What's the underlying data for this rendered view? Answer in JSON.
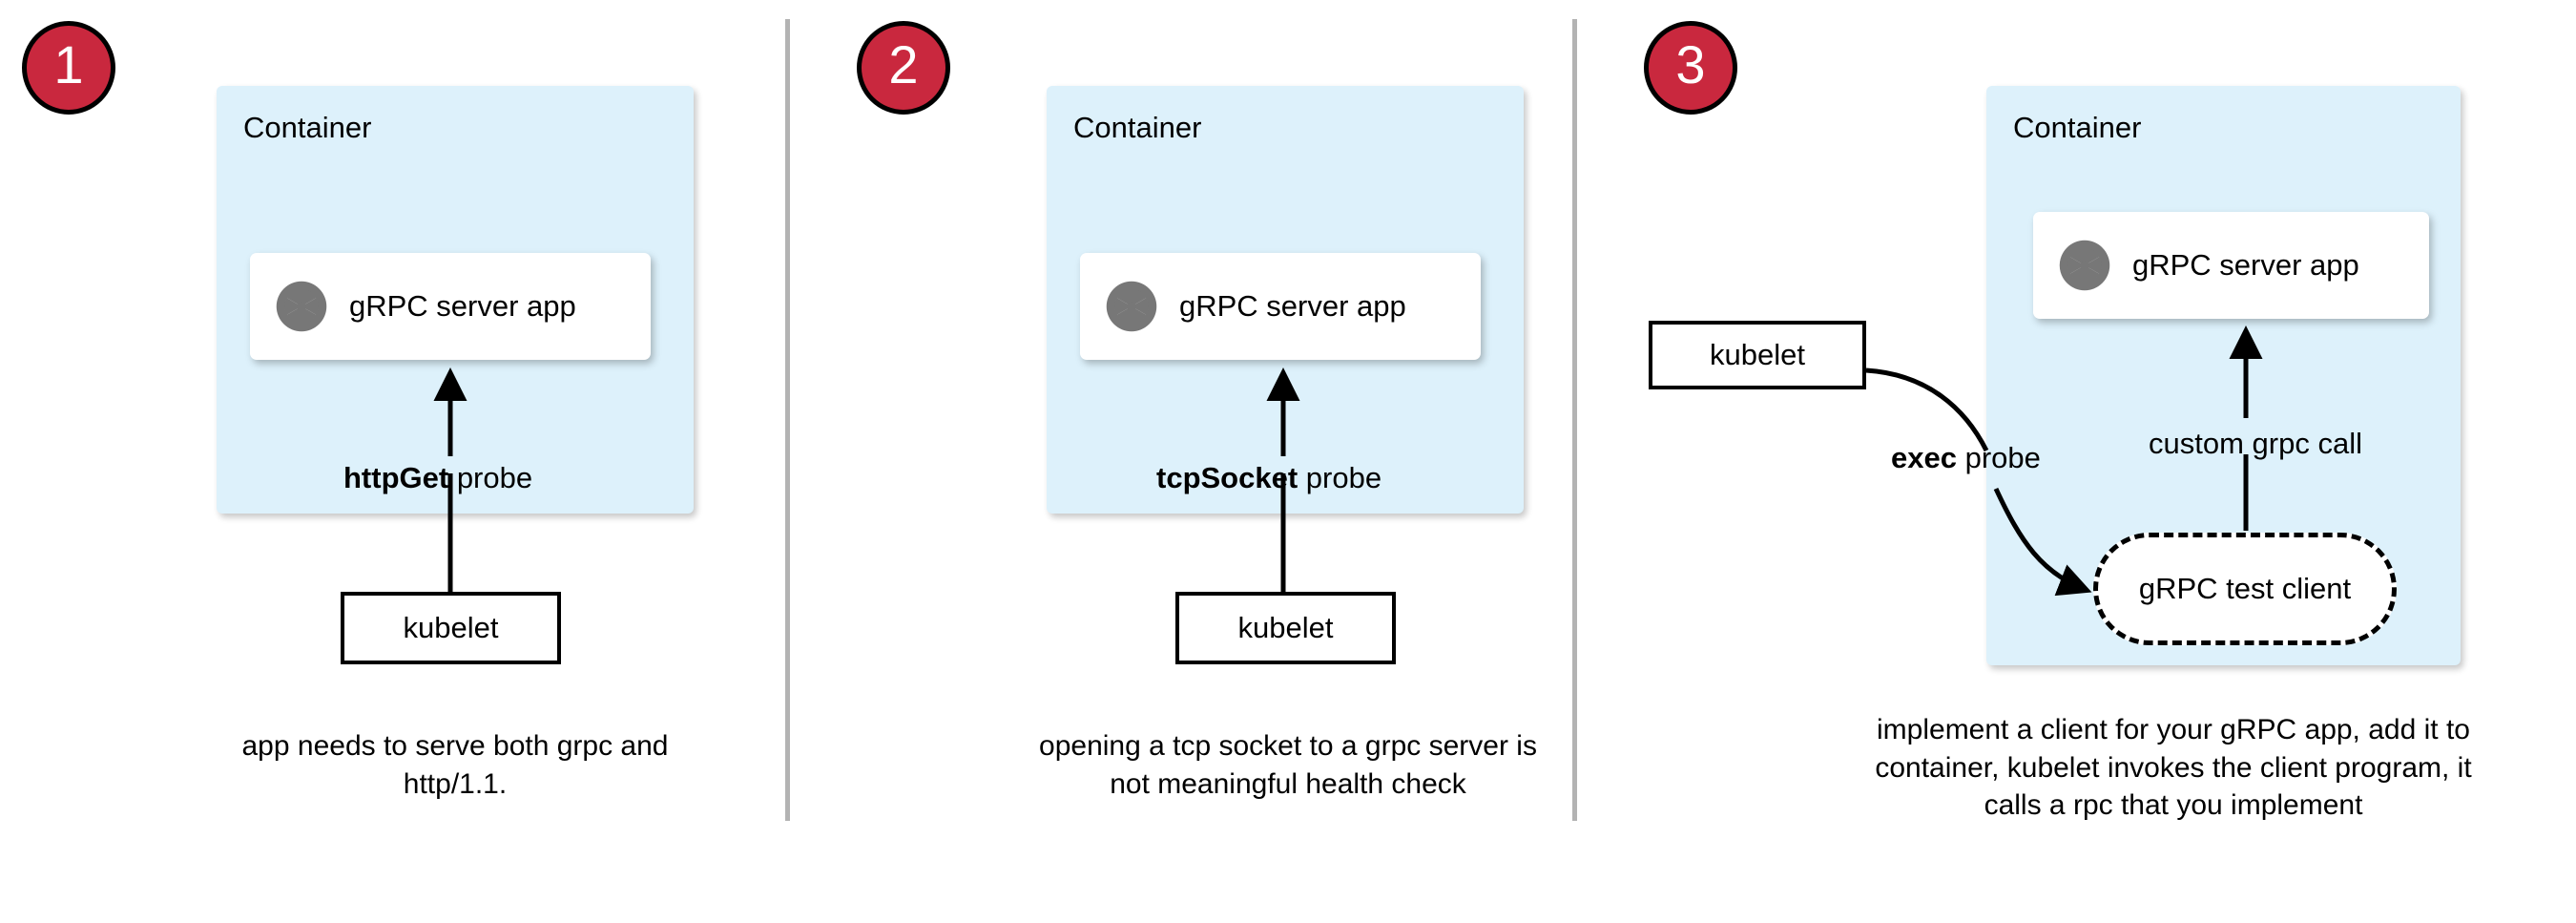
{
  "diagram": {
    "title": "gRPC health probe approaches in Kubernetes",
    "colors": {
      "badge_fill": "#c9283e",
      "badge_text": "#ffffff",
      "badge_border": "#000000",
      "container_fill": "#ddf1fb",
      "card_fill": "#ffffff",
      "stroke": "#000000",
      "divider": "#b3b3b3",
      "grpc_icon": "#777777"
    },
    "panels": [
      {
        "number": "1",
        "container_label": "Container",
        "app_label": "gRPC server app",
        "app_icon": "grpc-logo-icon",
        "probe_label_bold": "httpGet",
        "probe_label_rest": " probe",
        "kubelet_label": "kubelet",
        "caption": "app needs to serve both grpc and http/1.1."
      },
      {
        "number": "2",
        "container_label": "Container",
        "app_label": "gRPC server app",
        "app_icon": "grpc-logo-icon",
        "probe_label_bold": "tcpSocket",
        "probe_label_rest": " probe",
        "kubelet_label": "kubelet",
        "caption": "opening a tcp socket to a grpc server is not meaningful health check"
      },
      {
        "number": "3",
        "container_label": "Container",
        "app_label": "gRPC server app",
        "app_icon": "grpc-logo-icon",
        "probe_label_bold": "exec",
        "probe_label_rest": " probe",
        "call_label": "custom grpc call",
        "test_client_label": "gRPC test client",
        "kubelet_label": "kubelet",
        "caption": "implement a client for your gRPC app, add it to container, kubelet invokes the client program, it calls a rpc that you implement"
      }
    ]
  }
}
